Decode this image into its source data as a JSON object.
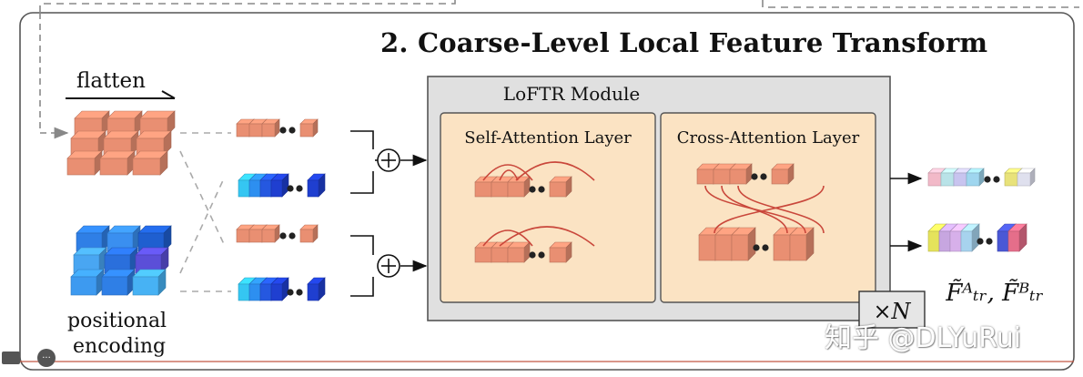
{
  "title": "2. Coarse-Level Local Feature Transform",
  "left": {
    "flatten_label": "flatten",
    "positional_label_line1": "positional",
    "positional_label_line2": "encoding"
  },
  "module": {
    "title": "LoFTR Module",
    "self_attention": "Self-Attention Layer",
    "cross_attention": "Cross-Attention Layer",
    "repeat": "×N"
  },
  "outputs": {
    "label": "F̃ᴬₜᵣ, F̃ᴮₜᵣ"
  },
  "watermark": "知乎 @DLYuRui",
  "colors": {
    "feature": "#e98f72",
    "positional": "#3a7de0",
    "module_bg": "#e0e0e0",
    "layer_bg": "#fbe3c3",
    "frame": "#5a5a5a"
  }
}
